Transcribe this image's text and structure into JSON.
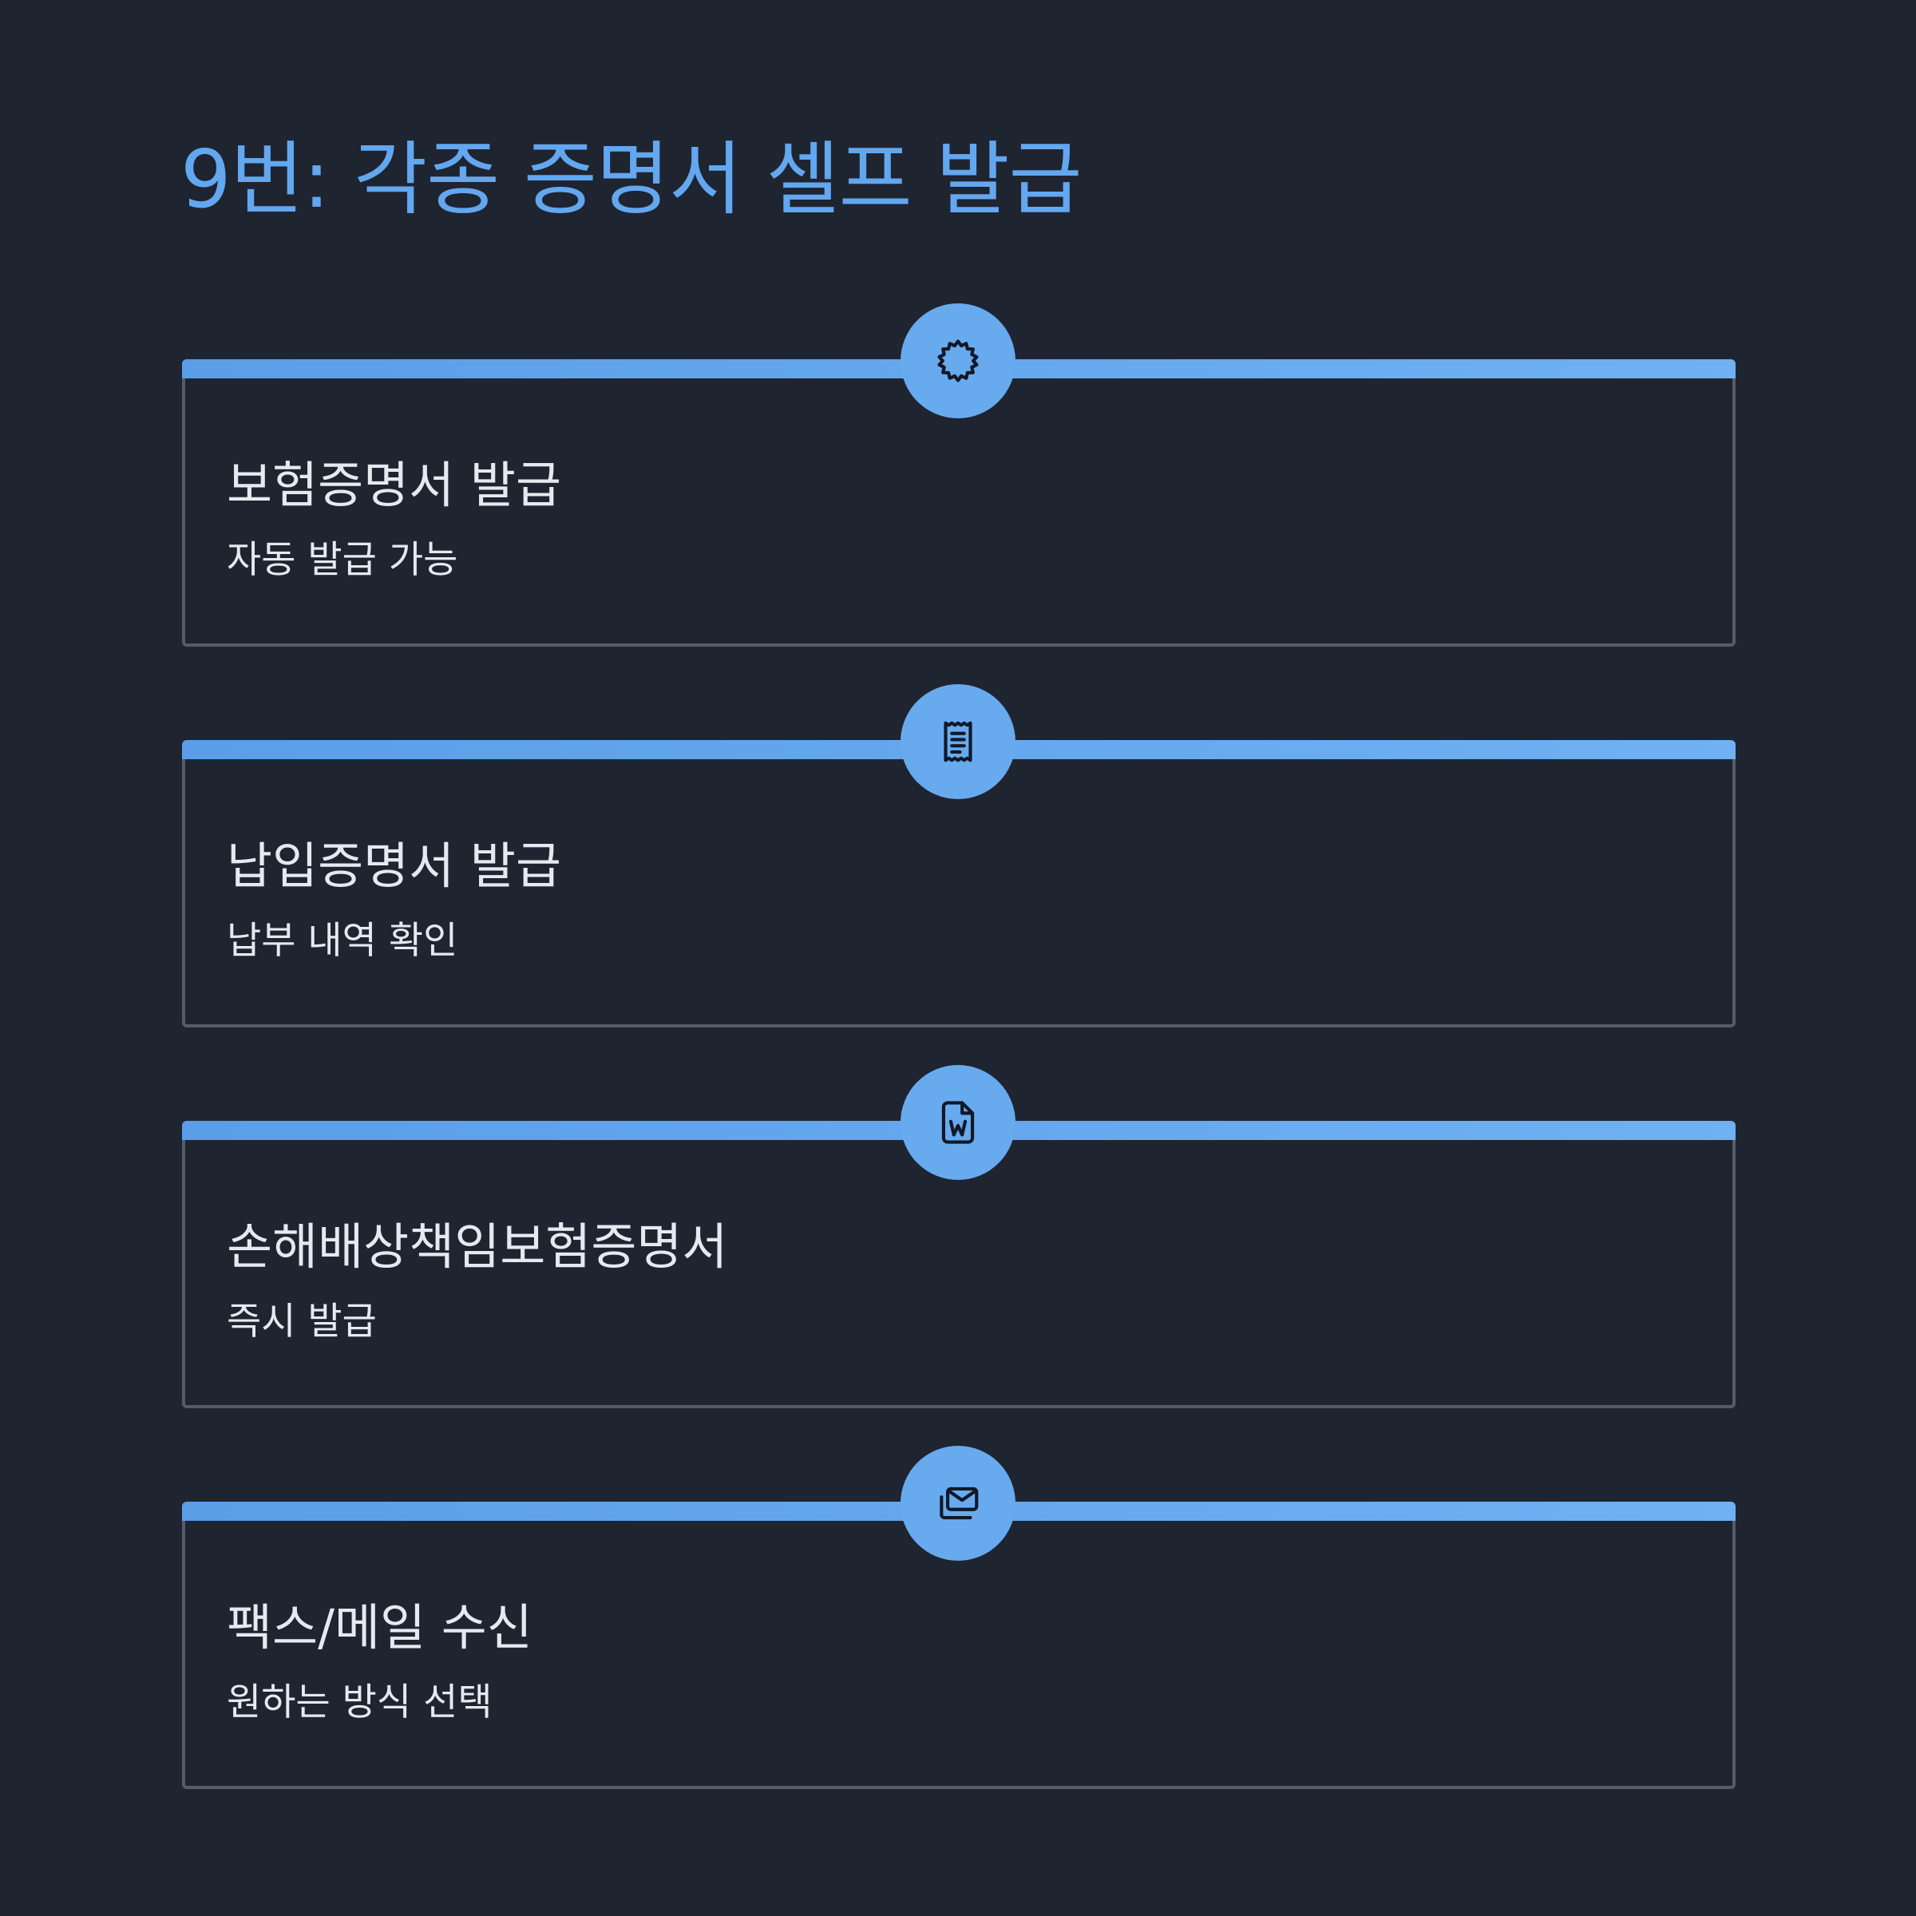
{
  "header": {
    "title": "9번: 각종 증명서 셀프 발급"
  },
  "theme": {
    "background": "#1f2431",
    "accent": "#62a7ef",
    "card_border": "#555b67",
    "text": "#e6e9ef"
  },
  "cards": [
    {
      "icon": "certificate-badge-icon",
      "title": "보험증명서 발급",
      "subtitle": "자동 발급 가능"
    },
    {
      "icon": "receipt-icon",
      "title": "납입증명서 발급",
      "subtitle": "납부 내역 확인"
    },
    {
      "icon": "word-document-icon",
      "title": "손해배상책임보험증명서",
      "subtitle": "즉시 발급"
    },
    {
      "icon": "mail-stack-icon",
      "title": "팩스/메일 수신",
      "subtitle": "원하는 방식 선택"
    }
  ]
}
